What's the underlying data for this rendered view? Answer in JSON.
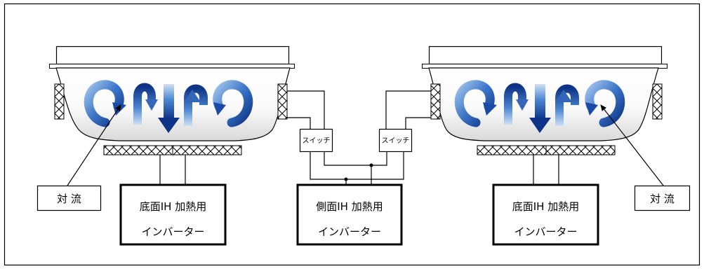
{
  "diagram": {
    "labels": {
      "convection_left": "対 流",
      "convection_right": "対 流",
      "switch_left": "スイッチ",
      "switch_right": "スイッチ"
    },
    "inverters": {
      "bottom_left": {
        "line1": "底面IH 加熱用",
        "line2": "インバーター"
      },
      "side": {
        "line1": "側面IH 加熱用",
        "line2": "インバーター"
      },
      "bottom_right": {
        "line1": "底面IH 加熱用",
        "line2": "インバーター"
      }
    },
    "colors": {
      "line": "#000000",
      "pot_body": "#ffffff",
      "arrow_dark": "#123a8f",
      "arrow_mid": "#3f78c8",
      "arrow_light": "#bcd3ee"
    }
  }
}
